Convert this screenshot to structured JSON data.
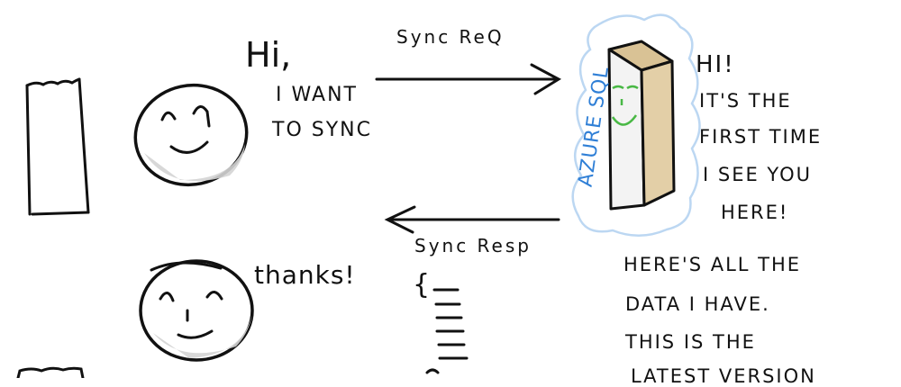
{
  "request": {
    "label": "Sync ReQ",
    "client_text_line1": "Hi,",
    "client_text_line2": "I want",
    "client_text_line3": "to sync"
  },
  "server": {
    "name": "AZURE SQL",
    "reply_line1": "Hi!",
    "reply_line2": "It's the",
    "reply_line3": "first time",
    "reply_line4": "I see you",
    "reply_line5": "here!",
    "data_line1": "Here's all the",
    "data_line2": "data I have.",
    "data_line3": "This is the",
    "data_line4": "latest version"
  },
  "response": {
    "label": "Sync Resp",
    "client_reply": "thanks!",
    "brace_open": "{"
  },
  "colors": {
    "ink": "#111111",
    "azure_blue": "#2f7fd6",
    "glow": "#bcd7f2",
    "server_top": "#d9c295",
    "server_front": "#f3f3f3",
    "face_green": "#49b845",
    "face_shadow": "#cfcfcf"
  }
}
